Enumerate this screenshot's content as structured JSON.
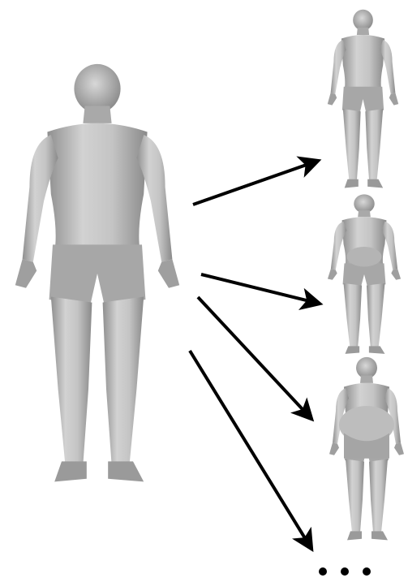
{
  "figure": {
    "source_figure": "base-body",
    "variants": [
      {
        "name": "variant-1",
        "shape": "lean"
      },
      {
        "name": "variant-2",
        "shape": "average"
      },
      {
        "name": "variant-3",
        "shape": "heavy"
      }
    ],
    "continuation": "more-variants-ellipsis"
  },
  "colors": {
    "background": "#ffffff",
    "body_fill": "#b9b9b9",
    "body_shade": "#8f8f8f",
    "body_light": "#dcdcdc",
    "arrow": "#000000"
  }
}
